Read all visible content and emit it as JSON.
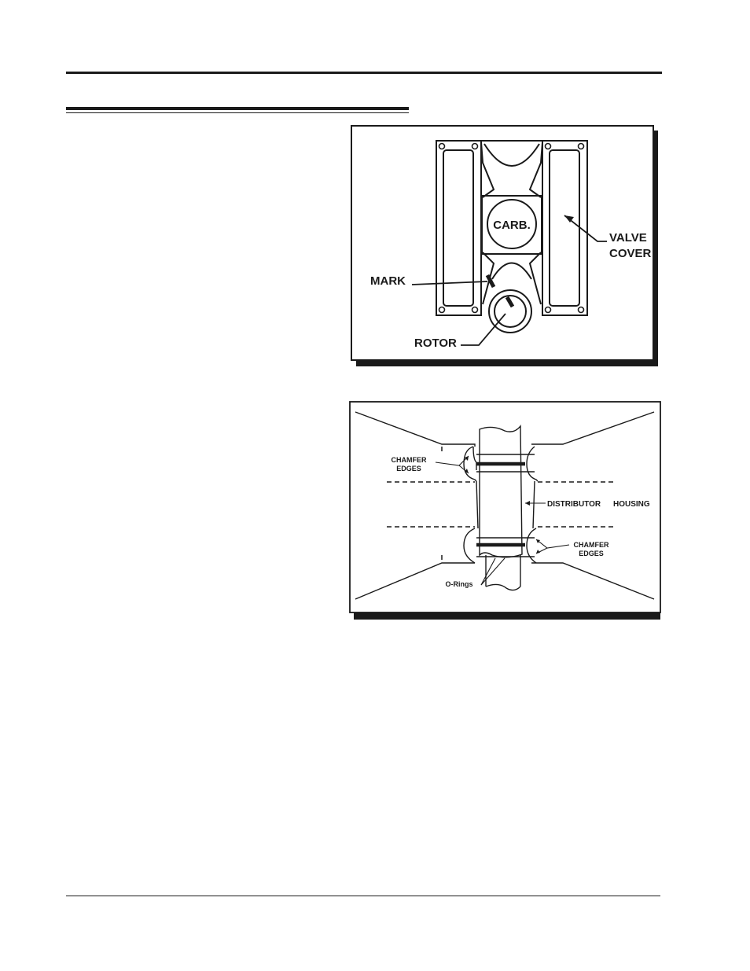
{
  "figure_1": {
    "labels": {
      "carb": "CARB.",
      "valve_cover_line1": "VALVE",
      "valve_cover_line2": "COVER",
      "mark": "MARK",
      "rotor": "ROTOR"
    }
  },
  "figure_2": {
    "labels": {
      "chamfer_left_line1": "CHAMFER",
      "chamfer_left_line2": "EDGES",
      "distributor": "DISTRIBUTOR",
      "housing": "HOUSING",
      "chamfer_right_line1": "CHAMFER",
      "chamfer_right_line2": "EDGES",
      "o_rings": "O-Rings"
    }
  }
}
